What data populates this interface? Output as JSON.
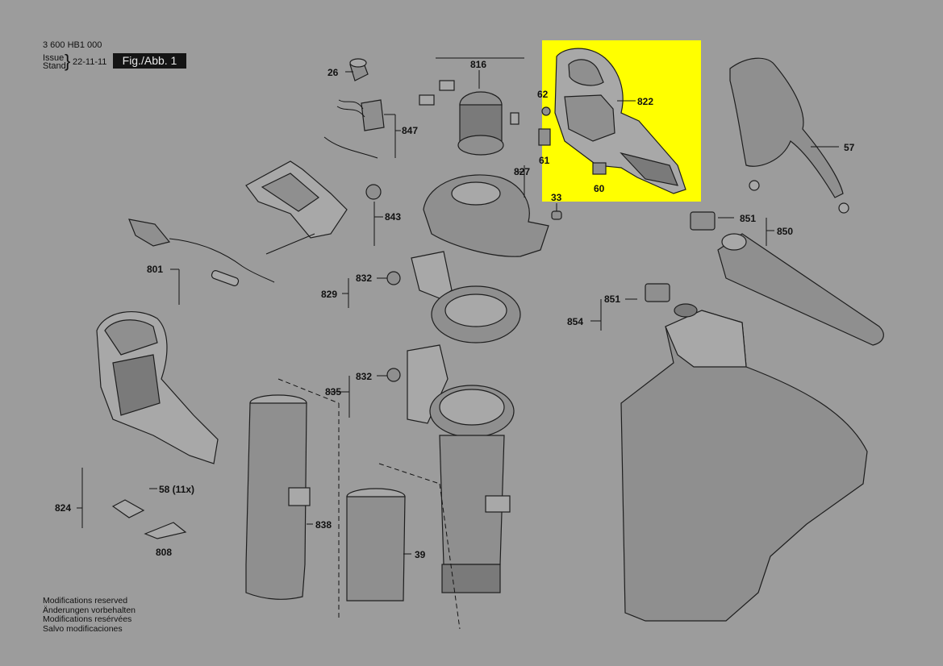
{
  "header": {
    "doc_number": "3 600 HB1 000",
    "issue_label": "Issue",
    "stand_label": "Stand",
    "issue_date": "22-11-11",
    "figure_label": "Fig./Abb. 1"
  },
  "highlight_color": "#ffff00",
  "parts": {
    "p26": "26",
    "p847": "847",
    "p816": "816",
    "p62": "62",
    "p61": "61",
    "p822": "822",
    "p60": "60",
    "p827": "827",
    "p33": "33",
    "p57": "57",
    "p843": "843",
    "p801": "801",
    "p832a": "832",
    "p829": "829",
    "p851a": "851",
    "p850": "850",
    "p851b": "851",
    "p854": "854",
    "p832b": "832",
    "p835": "835",
    "p58": "58 (11x)",
    "p824": "824",
    "p808": "808",
    "p838": "838",
    "p39": "39"
  },
  "footer": {
    "line1": "Modifications reserved",
    "line2": "Änderungen vorbehalten",
    "line3": "Modifications resérvées",
    "line4": "Salvo modificaciones"
  }
}
